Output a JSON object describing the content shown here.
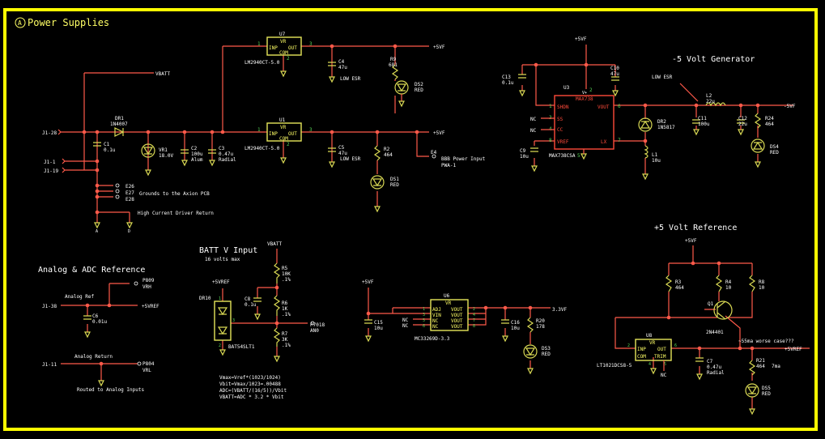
{
  "title": "Power Supplies",
  "title_marker": "A",
  "sections": {
    "neg5": "-5 Volt Generator",
    "ref5": "+5 Volt Reference",
    "batt": "BATT V Input",
    "batt_note": "16 volts max",
    "analog": "Analog & ADC Reference"
  },
  "nets": {
    "p5vf": "+5VF",
    "vbatt": "VBATT",
    "p5vref": "+5VREF",
    "n5vf": "-5VF",
    "v33": "3.3VF",
    "vbatt2": "VBATT",
    "gnd": "A",
    "gndd": "D"
  },
  "connectors": {
    "j1_28": "J1-28",
    "j1_1": "J1-1",
    "j1_19": "J1-19",
    "j1_38": "J1-38",
    "j1_11": "J1-11"
  },
  "u7": {
    "ref": "U7",
    "top": "VR",
    "inp": "INP",
    "out": "OUT",
    "com": "COM",
    "part": "LM2940CT-5.0",
    "p1": "1",
    "p3": "3",
    "p2": "2"
  },
  "u1": {
    "ref": "U1",
    "top": "VR",
    "inp": "INP",
    "out": "OUT",
    "com": "COM",
    "part": "LM2940CT-5.0",
    "p1": "1",
    "p3": "3",
    "p2": "2"
  },
  "u3": {
    "ref": "U3",
    "part_top": "MAX738",
    "part_bottom": "MAX738CSA",
    "pins": {
      "shdn": "SHDN",
      "ss": "SS",
      "cc": "CC",
      "vref": "VREF",
      "vout": "VOUT",
      "lx": "LX",
      "vp": "V+"
    },
    "nums": {
      "p1": "1",
      "p3": "3",
      "p4": "4",
      "p8": "8",
      "p6": "6",
      "p7": "7",
      "p2": "2",
      "p5": "5"
    },
    "nc": "NC"
  },
  "u6": {
    "ref": "U6",
    "top": "VR",
    "part": "MC33269D-3.3",
    "left": [
      "ADJ",
      "VIN",
      "NC",
      "NC"
    ],
    "right": [
      "VOUT",
      "VOUT",
      "VOUT",
      "VOUT"
    ],
    "lnums": [
      "1",
      "3",
      "5",
      "6"
    ],
    "rnums": [
      "2",
      "4",
      "7",
      "8"
    ],
    "nc": "NC"
  },
  "u8": {
    "ref": "U8",
    "top": "VR",
    "inp": "INP",
    "out": "OUT",
    "com": "COM",
    "trim": "TRIM",
    "part": "LT1021DCS8-5",
    "p2": "2",
    "p6": "6",
    "p4": "4",
    "p5": "5",
    "nc": "NC"
  },
  "dr10": {
    "ref": "DR10",
    "part": "BAT54SLT1",
    "p1": "1",
    "p2": "2",
    "p3": "3"
  },
  "components": {
    "c4": [
      "C4",
      "47u"
    ],
    "c5": [
      "C5",
      "47u"
    ],
    "lowesr1": "LOW ESR",
    "lowesr2": "LOW ESR",
    "lowesr3": "LOW ESR",
    "r9": [
      "R9",
      "681"
    ],
    "ds2": [
      "DS2",
      "RED"
    ],
    "r2": [
      "R2",
      "464"
    ],
    "ds1": [
      "DS1",
      "RED"
    ],
    "dr1": [
      "DR1",
      "1N4007"
    ],
    "c1": [
      "C1",
      "0.1u"
    ],
    "vr1": [
      "VR1",
      "18.0V"
    ],
    "c2": [
      "C2",
      "100u",
      "Alum"
    ],
    "c3": [
      "C3",
      "0.47u",
      "Radial"
    ],
    "e4": "E4",
    "e4label": "BBB Power Input",
    "pwa": "PWA-1",
    "e26": "E26",
    "e27": "E27",
    "e28": "E28",
    "grounds": "Grounds to the Axion PCB",
    "hcdr": "High Current Driver Return",
    "c13": [
      "C13",
      "0.1u"
    ],
    "c10": [
      "C10",
      "47u"
    ],
    "c9": [
      "C9",
      "10u"
    ],
    "dr2": [
      "DR2",
      "1N5817"
    ],
    "c11": [
      "C11",
      "100u"
    ],
    "l2": [
      "L2",
      "22u"
    ],
    "c12": [
      "C12",
      "22u"
    ],
    "r24": [
      "R24",
      "464"
    ],
    "ds4": [
      "DS4",
      "RED"
    ],
    "l1": [
      "L1",
      "10u"
    ],
    "r5": [
      "R5",
      "10K",
      ".1%"
    ],
    "r6": [
      "R6",
      "1K",
      ".1%"
    ],
    "r7": [
      "R7",
      "3K",
      ".1%"
    ],
    "c8": [
      "C8",
      "0.1u"
    ],
    "p7018": "P7018",
    "an0": "AN0",
    "c15": [
      "C15",
      "10u"
    ],
    "c16": [
      "C16",
      "10u"
    ],
    "r20": [
      "R20",
      "178"
    ],
    "ds3": [
      "DS3",
      "RED"
    ],
    "r3": [
      "R3",
      "464"
    ],
    "r4": [
      "R4",
      "10"
    ],
    "r8": [
      "R8",
      "10"
    ],
    "q1": [
      "Q1",
      "2N4401"
    ],
    "c7": [
      "C7",
      "0.47u",
      "Radial"
    ],
    "r21": [
      "R21",
      "464",
      "7ma"
    ],
    "ds5": [
      "DS5",
      "RED"
    ],
    "worst": "~55ma worse case???",
    "c6": [
      "C6",
      "0.01u"
    ],
    "p809": "P809",
    "vrh": "VRH",
    "p804": "P804",
    "vrl": "VRL",
    "analog_ref": "Analog Ref",
    "analog_return": "Analog Return",
    "routed": "Routed to Analog Inputs"
  },
  "equations": [
    "Vmax=Vref*(1023/1024)",
    "Vbit=Vmax/1023=.00488",
    "ADC=(VBATT/(16/5))/Vbit",
    "VBATT=ADC * 3.2 * Vbit"
  ]
}
